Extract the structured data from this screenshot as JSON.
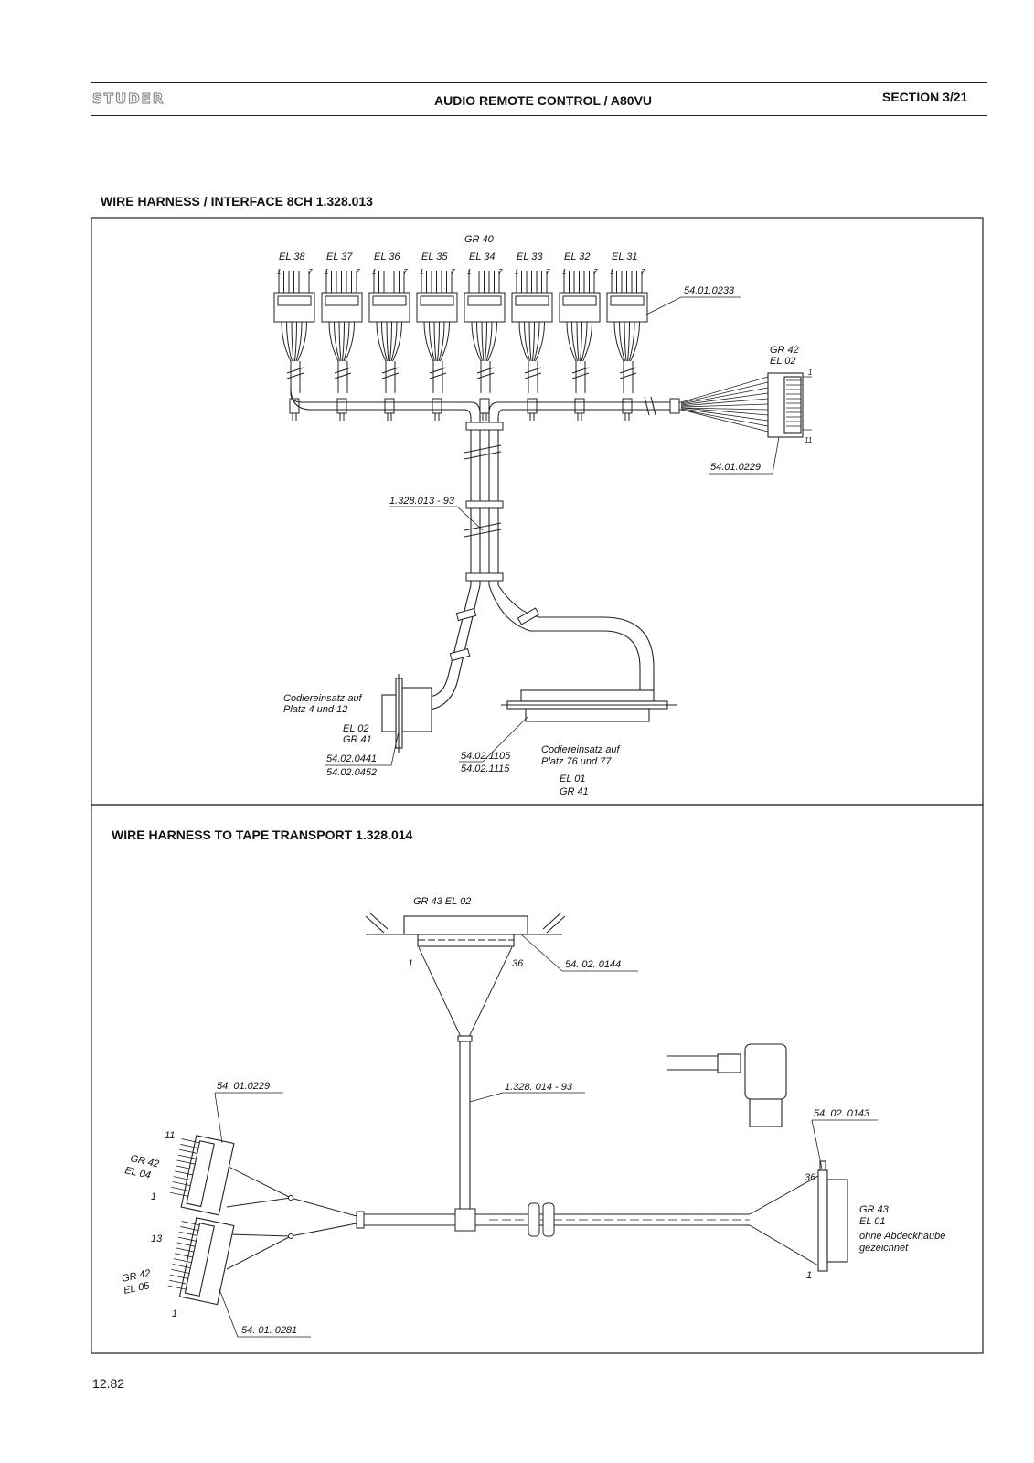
{
  "header": {
    "logo": "STUDER",
    "title": "AUDIO REMOTE CONTROL / A80VU",
    "section": "SECTION  3/21"
  },
  "diagram1": {
    "title": "WIRE HARNESS / INTERFACE 8CH   1.328.013",
    "group_label": "GR 40",
    "connectors": [
      "EL 38",
      "EL 37",
      "EL 36",
      "EL 35",
      "EL 34",
      "EL 33",
      "EL 32",
      "EL 31"
    ],
    "pin_first": "1",
    "pin_last": "7",
    "part_connector": "54.01.0233",
    "gr42": "GR 42",
    "el02": "EL 02",
    "pin_1": "1",
    "pin_11": "11",
    "part_gr42": "54.01.0229",
    "cable": "1.328.013 - 93",
    "cod1_a": "Codiereinsatz  auf",
    "cod1_b": "Platz 4 und 12",
    "el02_b": "EL 02",
    "gr41_b": "GR 41",
    "part_a1": "54.02.0441",
    "part_a2": "54.02.0452",
    "part_b1": "54.02.1105",
    "part_b2": "54.02.1115",
    "cod2_a": "Codiereinsatz  auf",
    "cod2_b": "Platz  76 und 77",
    "el01": "EL 01",
    "gr41": "GR 41"
  },
  "diagram2": {
    "title": "WIRE HARNESS TO TAPE TRANSPORT   1.328.014",
    "top_label": "GR 43  EL 02",
    "pin_1": "1",
    "pin_36": "36",
    "part_top": "54. 02. 0144",
    "cable": "1.328. 014 - 93",
    "part_left_top": "54. 01.0229",
    "pin_11": "11",
    "gr42_a": "GR 42",
    "el04": "EL 04",
    "pin_1_a": "1",
    "pin_13": "13",
    "gr42_b": "GR 42",
    "el05": "EL 05",
    "pin_1_b": "1",
    "part_left_bottom": "54. 01. 0281",
    "part_right": "54. 02. 0143",
    "pin_36_r": "36",
    "pin_1_r": "1",
    "gr43": "GR 43",
    "el01": "EL 01",
    "note_a": "ohne  Abdeckhaube",
    "note_b": "gezeichnet"
  },
  "footer": {
    "date": "12.82"
  }
}
